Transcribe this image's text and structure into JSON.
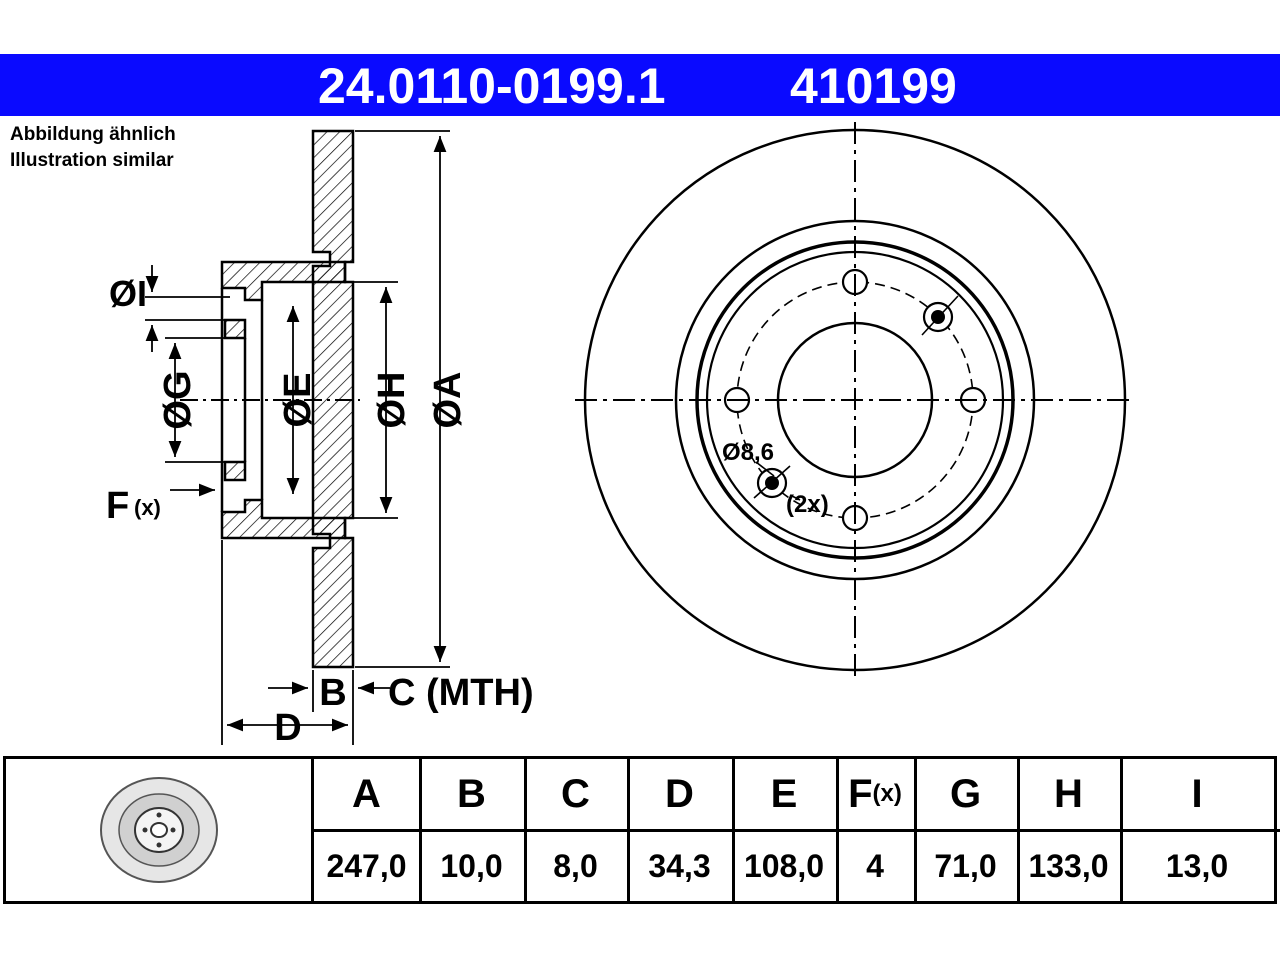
{
  "header": {
    "part_number": "24.0110-0199.1",
    "article_number": "410199",
    "accent_color": "#0a0aff"
  },
  "disclaimer": {
    "line1": "Abbildung ähnlich",
    "line2": "Illustration similar"
  },
  "drawing_labels": {
    "dia_i": "ØI",
    "dia_g": "ØG",
    "dia_e": "ØE",
    "dia_h": "ØH",
    "dia_a": "ØA",
    "f_letter": "F",
    "f_suffix": "(x)",
    "b": "B",
    "c_mth": "C (MTH)",
    "d": "D",
    "hole_dia": "Ø8,6",
    "hole_count": "(2x)"
  },
  "spec_table": {
    "columns": [
      {
        "header": "A",
        "value": "247,0"
      },
      {
        "header": "B",
        "value": "10,0"
      },
      {
        "header": "C",
        "value": "8,0"
      },
      {
        "header": "D",
        "value": "34,3"
      },
      {
        "header": "E",
        "value": "108,0"
      },
      {
        "header": "F",
        "header_suffix": "(x)",
        "value": "4"
      },
      {
        "header": "G",
        "value": "71,0"
      },
      {
        "header": "H",
        "value": "133,0"
      },
      {
        "header": "I",
        "value": "13,0"
      }
    ]
  },
  "icons": {
    "thumbnail": "brake-disc-thumbnail-icon"
  }
}
